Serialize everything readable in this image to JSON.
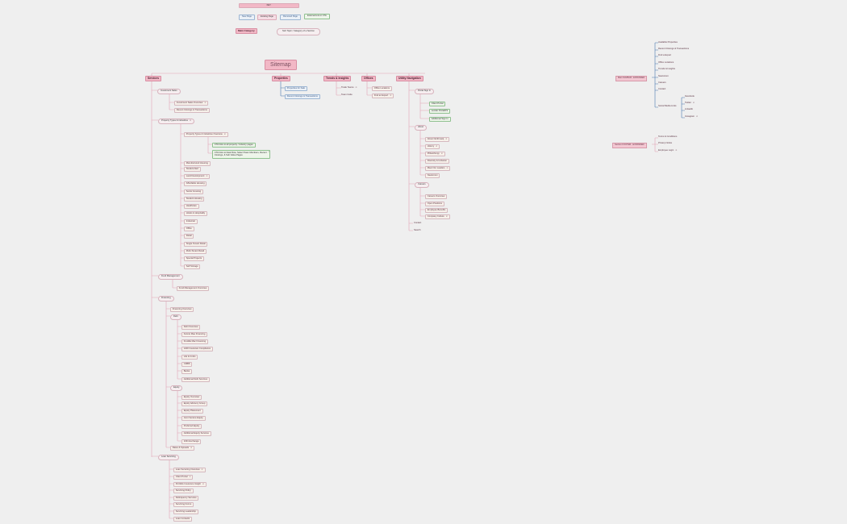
{
  "key": {
    "title": "KEY",
    "new_page": "New Page",
    "existing_page": "Existing Page",
    "removed_page": "Removed Page",
    "external_link": "External Link or CTA",
    "main_category": "Main Category",
    "sub_topic": "Sub Topic / Category of a Section"
  },
  "sitemap": {
    "title": "Sitemap",
    "services": {
      "label": "Services",
      "investment_sales": "Investment Sales",
      "investment_children": [
        "Investment Sales Overview",
        "Recent Closings & Transactions"
      ],
      "property_types": "Property Types & Industries",
      "property_overview": "Property Types & Industries Overview",
      "cta_link_all": "CTA links to all property / industry pages",
      "cta_link_deal": "CTA links to Deal Flow, Select Team Members, Recent Closings, & Sub Value Pages",
      "property_list": [
        "Manufactured Housing",
        "Student Alert",
        "Land Development",
        "Affordable Housing",
        "Senior Housing",
        "Student Housing",
        "Healthcare",
        "Hotels & Hospitality",
        "Industrial",
        "Office",
        "Retail",
        "Single Tenant Retail",
        "Multi-Tenant Retail",
        "Special Projects",
        "Self Storage"
      ],
      "fund_management": "Fund Management",
      "fund_overview": "Fund Management Overview",
      "financing": "Financing",
      "financing_overview": "Financing Overview",
      "debt": "Debt",
      "debt_list": [
        "Debt Overview",
        "Fannie Mae Financing",
        "Freddie Mac Financing",
        "HUD Insurance Compliance",
        "Life & Cmbs",
        "CMBS",
        "Banks",
        "Additional Debt Services"
      ],
      "equity": "Equity",
      "equity_list": [
        "Equity Overview",
        "Equity Advisory Group",
        "Equity Placement",
        "Joint Venture Equity",
        "Preferred Equity",
        "Additional Equity Services",
        "1031 Exchange"
      ],
      "news_spreads": "Rates & Spreads",
      "loan_servicing": "Loan Servicing",
      "loan_list": [
        "Loan Servicing Overview",
        "Client Portal",
        "Portfolio Insurance Insight",
        "Servicing Policy",
        "Delinquency Services",
        "Servicing Forms",
        "Servicing Leadership",
        "Loan Contacts"
      ]
    },
    "properties": {
      "label": "Properties",
      "items": [
        "Properties for Sale",
        "Recent Closings & Transactions"
      ]
    },
    "trends": {
      "label": "Trends & Insights",
      "items": [
        "Trade Teams",
        "Team Insite"
      ]
    },
    "offices": {
      "label": "Offices",
      "items": [
        "Office Locations",
        "Find an Expert"
      ]
    },
    "utility": {
      "label": "Utility Navigation",
      "portal": "Portal Sign In",
      "portal_items": [
        "Client Portal",
        "Lender Portal/FS",
        "Additional Sign In"
      ],
      "about": "About",
      "about_items": [
        "About Northmarq",
        "History",
        "Philanthropy",
        "Diversity & Inclusion",
        "Meet Our Leaders",
        "Newsroom"
      ],
      "careers": "Careers",
      "careers_items": [
        "Careers Overview",
        "Open Positions",
        "Employee Benefits",
        "Company Culture"
      ],
      "contact": "Contact",
      "search": "Search"
    }
  },
  "sidebar": {
    "main_nav_label": "Main NAVBAR - EXPANDED",
    "main_nav_items": [
      "Available Properties",
      "Recent Closings & Transactions",
      "Find a Expert",
      "Office Locations",
      "Trends & Insights",
      "Newsroom",
      "Careers",
      "Contact",
      "Social Media Links"
    ],
    "social_items": [
      "Facebook",
      "Twitter",
      "LinkedIn",
      "Instagram"
    ],
    "footer_label": "Section FOOTER - EXPANDED",
    "footer_items": [
      "Terms & Conditions",
      "Privacy Notice",
      "Employee Login"
    ]
  },
  "colors": {
    "line": "#e2a4b6",
    "blue_line": "#4a78b0",
    "canvas": "#efefef"
  }
}
